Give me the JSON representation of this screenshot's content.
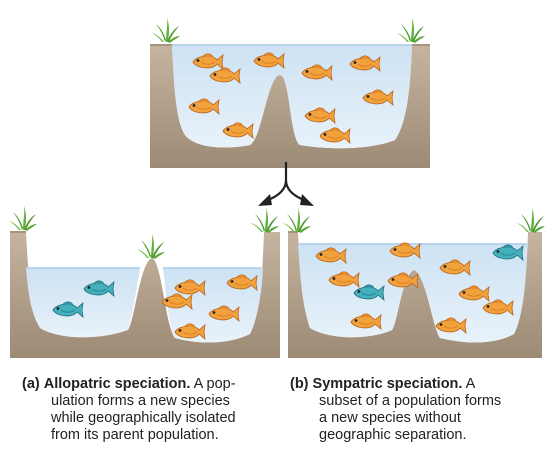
{
  "captions": {
    "a": {
      "tag": "(a)",
      "title": "Allopatric speciation.",
      "line1_rest": " A pop-",
      "line2": "ulation forms a new species",
      "line3": "while geographically isolated",
      "line4": "from its parent population."
    },
    "b": {
      "tag": "(b)",
      "title": "Sympatric speciation.",
      "line1_rest": " A",
      "line2": "subset of a population forms",
      "line3": "a new species without",
      "line4": "geographic separation."
    }
  },
  "colors": {
    "water": "#dcebf7",
    "water_top": "#cfe3f4",
    "soil": "#b6a48e",
    "soil_dark": "#8f7d69",
    "soil_top": "#c8b8a4",
    "grass": "#5aa838",
    "fish_orange": "#f0a340",
    "fish_blue": "#3aa6b4"
  },
  "icons": [
    "fish-icon",
    "grass-icon",
    "branching-arrow-icon"
  ]
}
